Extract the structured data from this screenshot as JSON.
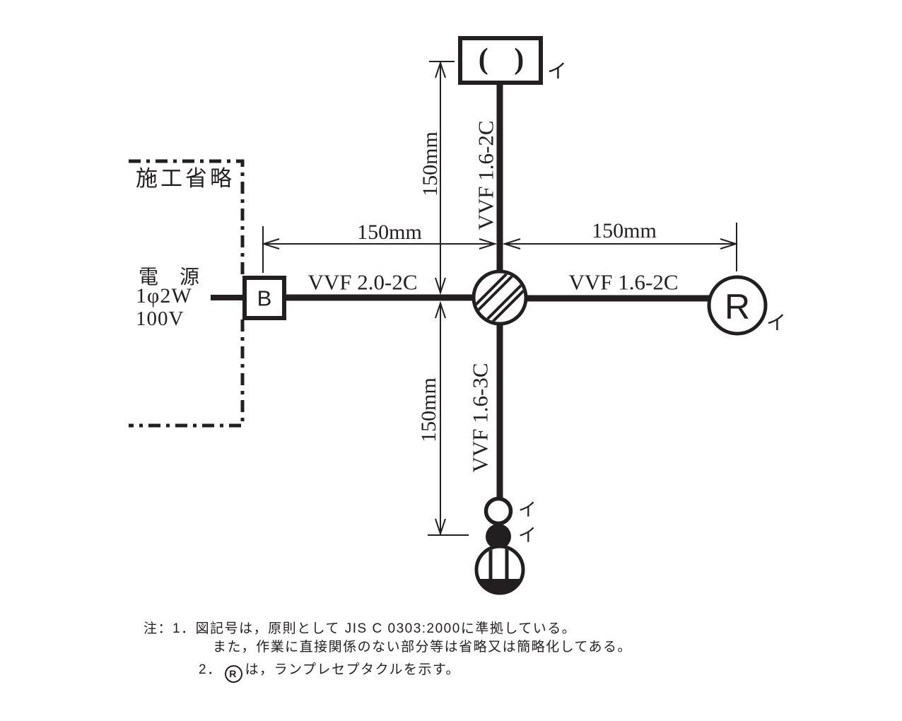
{
  "ink_color": "#231f20",
  "diagram": {
    "omission_box_label": "施工省略",
    "power_source": {
      "line1": "電　源",
      "line2": "1φ2W",
      "line3": "100V"
    },
    "breaker_label": "B",
    "ceiling_fixture_symbol": "( )",
    "receptacle_label": "R",
    "marks": {
      "fixture": "イ",
      "receptacle": "イ",
      "pilot": "イ",
      "switch": "イ"
    },
    "cables": {
      "top": "VVF 1.6-2C",
      "left": "VVF 2.0-2C",
      "right": "VVF 1.6-2C",
      "bottom": "VVF 1.6-3C"
    },
    "dimensions": {
      "top": "150mm",
      "left": "150mm",
      "right": "150mm",
      "bottom": "150mm"
    }
  },
  "notes": {
    "line1": "注：1．図記号は，原則として JIS C 0303:2000に準拠している。",
    "line2": "また，作業に直接関係のない部分等は省略又は簡略化してある。",
    "item2_no": "2．",
    "item2_symbol": "R",
    "item2_text": "は，ランプレセプタクルを示す。"
  }
}
